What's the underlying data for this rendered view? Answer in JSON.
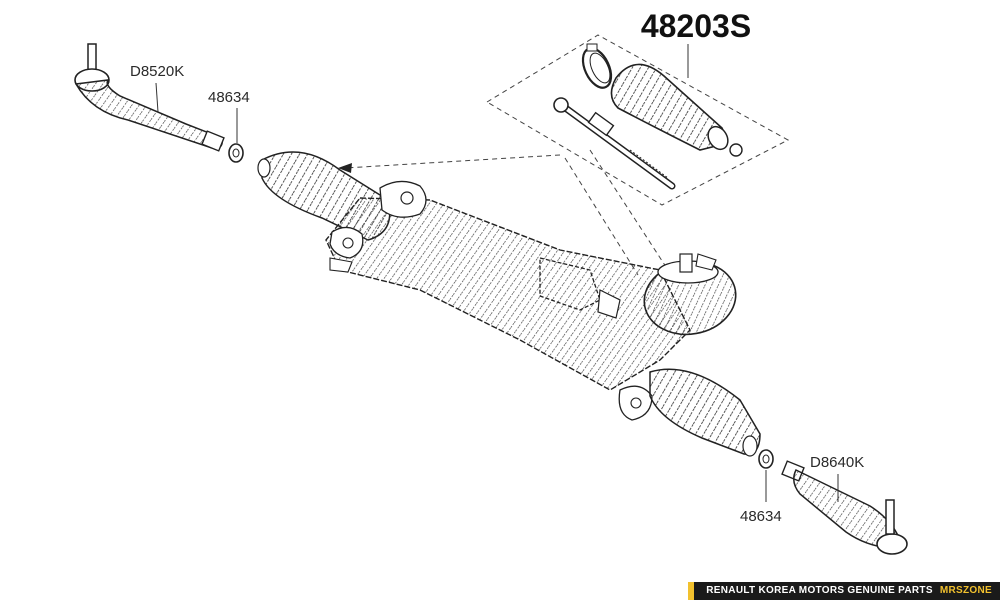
{
  "diagram": {
    "kit_number": "48203S",
    "labels": {
      "tie_rod_end_left": "D8520K",
      "nut_left": "48634",
      "tie_rod_end_right": "D8640K",
      "nut_right": "48634"
    }
  },
  "footer": {
    "main_text": "RENAULT KOREA MOTORS GENUINE PARTS",
    "brand_text": "MRSZONE"
  },
  "colors": {
    "line": "#2b2b2b",
    "footer_background": "#1a1a1a",
    "footer_accent": "#f2c12e"
  }
}
